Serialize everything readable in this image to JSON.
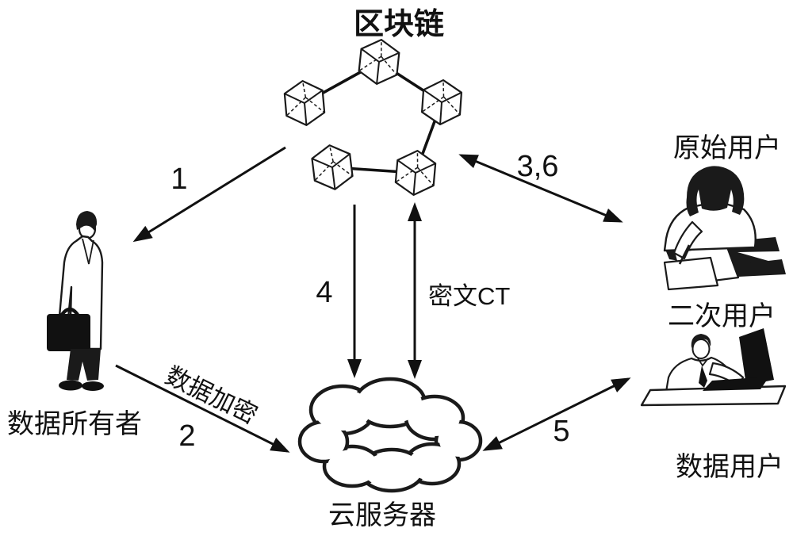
{
  "figure": {
    "background": "#ffffff",
    "ink": "#111111",
    "nodes": {
      "blockchain": "区块链",
      "cloud_server": "云服务器",
      "data_owner": "数据所有者",
      "original_user": "原始用户",
      "secondary_user": "二次用户",
      "data_user": "数据用户"
    },
    "edges": {
      "step1": "1",
      "step2": "2",
      "step2_caption": "数据加密",
      "step36": "3,6",
      "step4": "4",
      "step5": "5",
      "ciphertext": "密文CT"
    }
  }
}
